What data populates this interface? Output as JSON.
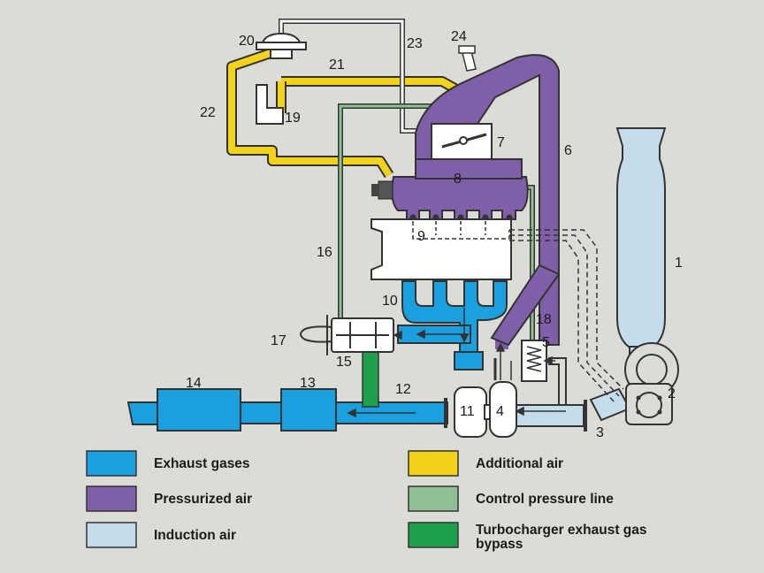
{
  "colors": {
    "background": "#dcdcd6",
    "exhaust": "#1aa0de",
    "pressurized": "#7f5fa8",
    "induction": "#c5dced",
    "additional": "#f2d21a",
    "control": "#8fbf92",
    "bypass": "#1fa04a"
  },
  "labels": {
    "n1": "1",
    "n2": "2",
    "n3": "3",
    "n4": "4",
    "n5": "5",
    "n6": "6",
    "n7": "7",
    "n8": "8",
    "n9": "9",
    "n10": "10",
    "n11": "11",
    "n12": "12",
    "n13": "13",
    "n14": "14",
    "n15": "15",
    "n16": "16",
    "n17": "17",
    "n18": "18",
    "n19": "19",
    "n20": "20",
    "n21": "21",
    "n22": "22",
    "n23": "23",
    "n24": "24"
  },
  "legend": {
    "exhaust": "Exhaust gases",
    "pressurized": "Pressurized air",
    "induction": "Induction air",
    "additional": "Additional air",
    "control": "Control pressure line",
    "bypass_line1": "Turbocharger exhaust gas",
    "bypass_line2": "bypass"
  }
}
